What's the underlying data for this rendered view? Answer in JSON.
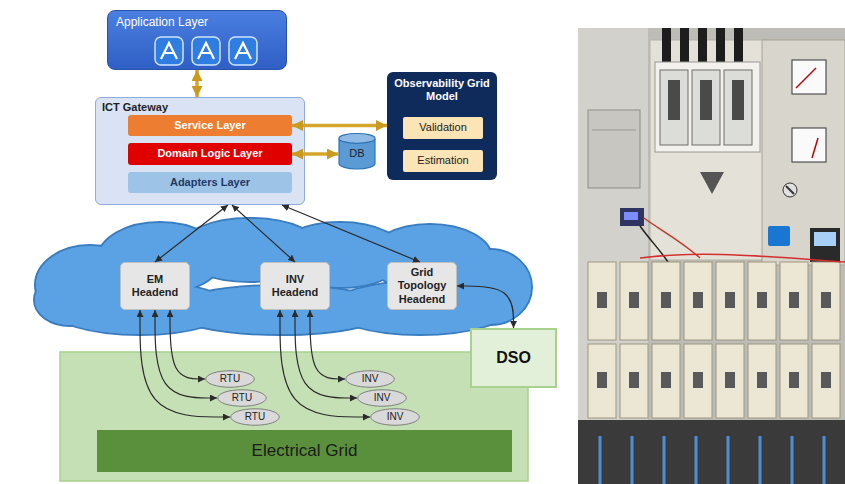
{
  "diagram": {
    "nodes": [
      {
        "text": [
          "Application Layer"
        ]
      },
      {
        "text": [
          "ICT Gateway"
        ]
      },
      {
        "text": [
          "Service Layer"
        ],
        "in": 1
      },
      {
        "text": [
          "Domain Logic Layer"
        ],
        "in": 1
      },
      {
        "text": [
          "Adapters Layer"
        ],
        "in": 1
      },
      {
        "text": [
          "DB"
        ]
      },
      {
        "text": [
          "Observability Grid Model"
        ]
      },
      {
        "text": [
          "Validation"
        ],
        "in": 6
      },
      {
        "text": [
          "Estimation"
        ],
        "in": 6
      },
      {
        "text": [
          "EM Headend"
        ]
      },
      {
        "text": [
          "INV Headend"
        ]
      },
      {
        "text": [
          "Grid Topology Headend"
        ]
      },
      {
        "text": [
          "DSO"
        ]
      },
      {
        "text": [
          "RTU"
        ]
      },
      {
        "text": [
          "RTU"
        ]
      },
      {
        "text": [
          "RTU"
        ]
      },
      {
        "text": [
          "INV"
        ]
      },
      {
        "text": [
          "INV"
        ]
      },
      {
        "text": [
          "INV"
        ]
      },
      {
        "text": [
          "Electrical Grid"
        ]
      }
    ],
    "edges": [
      {
        "from": 0,
        "to": 1,
        "arrow": "both"
      },
      {
        "from": 2,
        "to": 6,
        "arrow": "both"
      },
      {
        "from": 3,
        "to": 5,
        "arrow": "both"
      },
      {
        "from": 9,
        "to": 1,
        "arrow": "both"
      },
      {
        "from": 10,
        "to": 1,
        "arrow": "both"
      },
      {
        "from": 11,
        "to": 1,
        "arrow": "both"
      },
      {
        "from": 11,
        "to": 12,
        "arrow": "both"
      },
      {
        "from": 9,
        "to": 13,
        "arrow": "both"
      },
      {
        "from": 9,
        "to": 14,
        "arrow": "both"
      },
      {
        "from": 9,
        "to": 15,
        "arrow": "both"
      },
      {
        "from": 10,
        "to": 16,
        "arrow": "both"
      },
      {
        "from": 10,
        "to": 17,
        "arrow": "both"
      },
      {
        "from": 10,
        "to": 18,
        "arrow": "both"
      }
    ]
  }
}
